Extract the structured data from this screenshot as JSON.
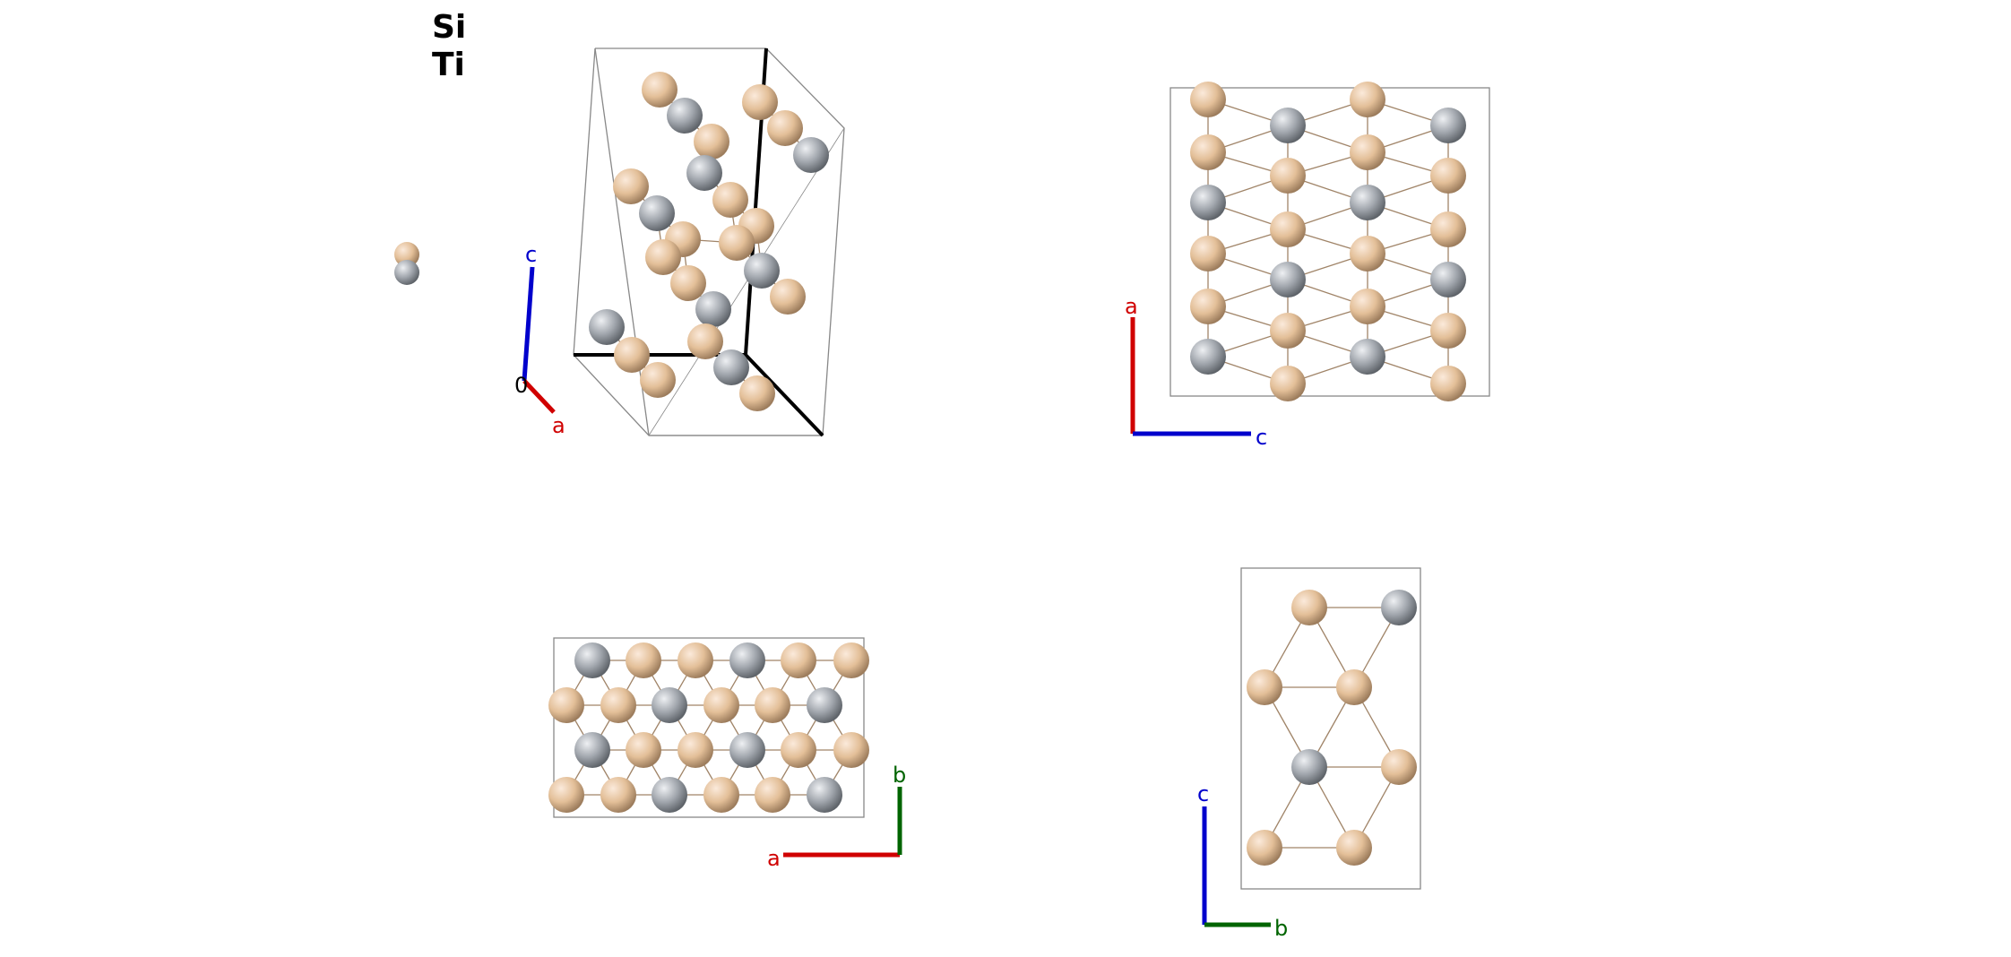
{
  "legend": {
    "items": [
      {
        "label": "Si",
        "color": "#e8c4a0"
      },
      {
        "label": "Ti",
        "color": "#a4a8b0"
      }
    ]
  },
  "axis_colors": {
    "a": "#d00000",
    "b": "#006400",
    "c": "#0000cc",
    "origin": "#000000"
  },
  "views": {
    "perspective": {
      "axis_labels": {
        "a": "a",
        "c": "c",
        "origin": "0"
      }
    },
    "top_right": {
      "axis_labels": {
        "a": "a",
        "c": "c"
      }
    },
    "bottom_left": {
      "axis_labels": {
        "a": "a",
        "b": "b"
      }
    },
    "bottom_right": {
      "axis_labels": {
        "b": "b",
        "c": "c"
      }
    }
  },
  "colors": {
    "bond": "#a08468",
    "cell": "#888888",
    "axis_line": "#000000"
  }
}
